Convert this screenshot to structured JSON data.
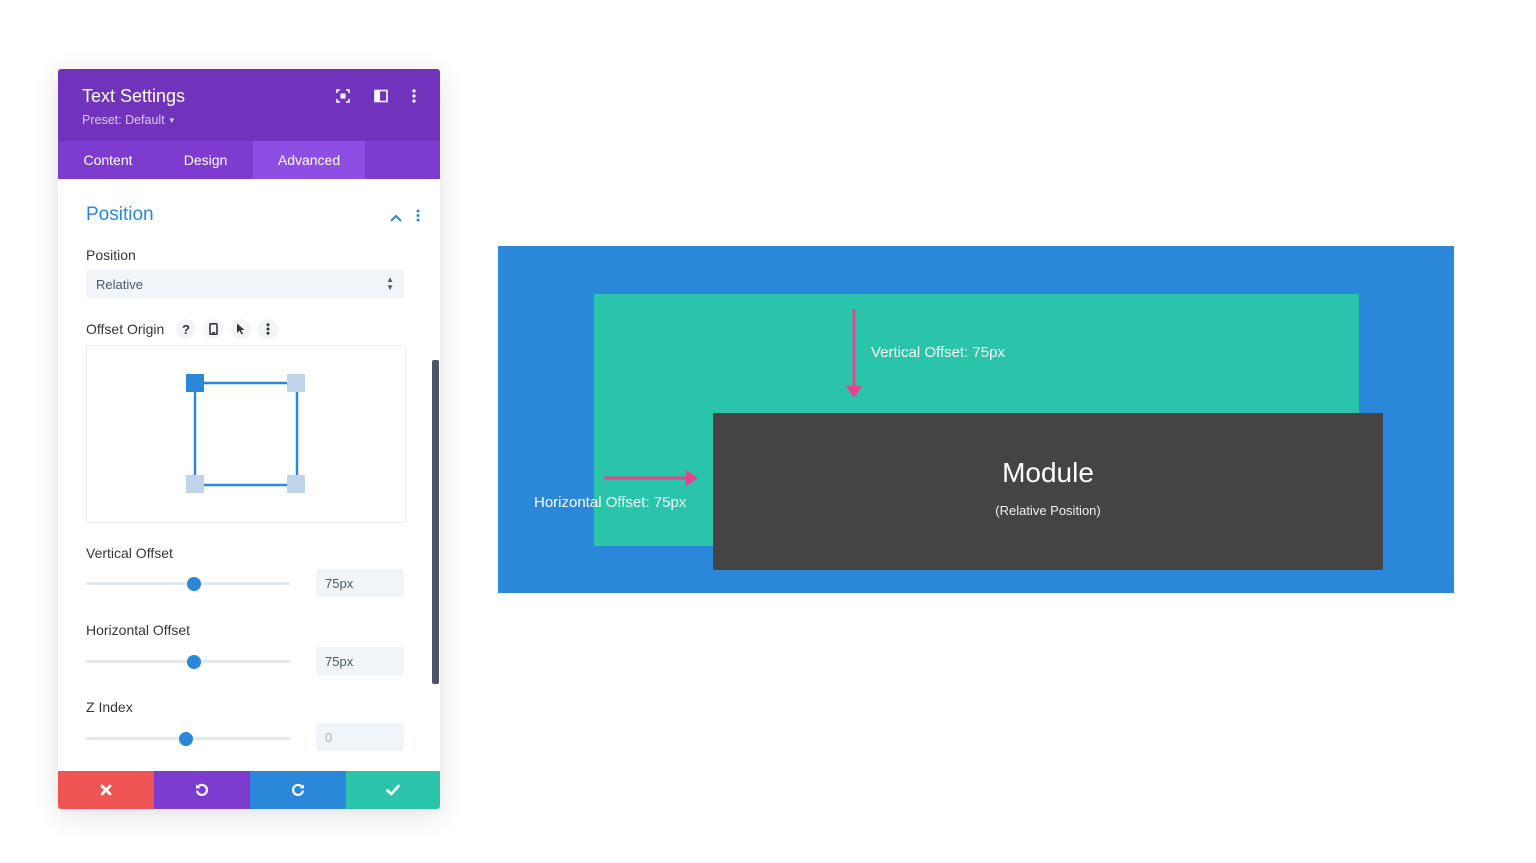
{
  "panel": {
    "title": "Text Settings",
    "preset": "Preset: Default",
    "header_icons": [
      "focus-icon",
      "split-view-icon",
      "more-vertical-icon"
    ],
    "tabs": [
      {
        "label": "Content",
        "active": false
      },
      {
        "label": "Design",
        "active": false
      },
      {
        "label": "Advanced",
        "active": true
      }
    ],
    "colors": {
      "header": "#7132bc",
      "tabs": "#7d3ccf",
      "accent": "#2b87da"
    }
  },
  "section": {
    "title": "Position",
    "position_label": "Position",
    "position_value": "Relative",
    "offset_origin_label": "Offset Origin",
    "offset_origin_icons": [
      "help-icon",
      "phone-icon",
      "cursor-icon",
      "more-vertical-icon"
    ],
    "offset_origin_selected": "top-left",
    "vertical_offset": {
      "label": "Vertical Offset",
      "value": "75px",
      "slider": 0.53
    },
    "horizontal_offset": {
      "label": "Horizontal Offset",
      "value": "75px",
      "slider": 0.53
    },
    "z_index": {
      "label": "Z Index",
      "value": "0",
      "slider": 0.49
    }
  },
  "footer": {
    "buttons": [
      {
        "name": "discard",
        "icon": "close-icon",
        "color": "#ef5555"
      },
      {
        "name": "undo",
        "icon": "undo-icon",
        "color": "#7d3ccf"
      },
      {
        "name": "redo",
        "icon": "redo-icon",
        "color": "#2b87da"
      },
      {
        "name": "save",
        "icon": "check-icon",
        "color": "#29c4a9"
      }
    ]
  },
  "illustration": {
    "module_title": "Module",
    "module_subtitle": "(Relative Position)",
    "vertical_label": "Vertical Offset: 75px",
    "horizontal_label": "Horizontal Offset: 75px",
    "colors": {
      "outer": "#2b87da",
      "original": "#29c4a9",
      "module": "#444444",
      "arrow": "#e8438c"
    }
  }
}
